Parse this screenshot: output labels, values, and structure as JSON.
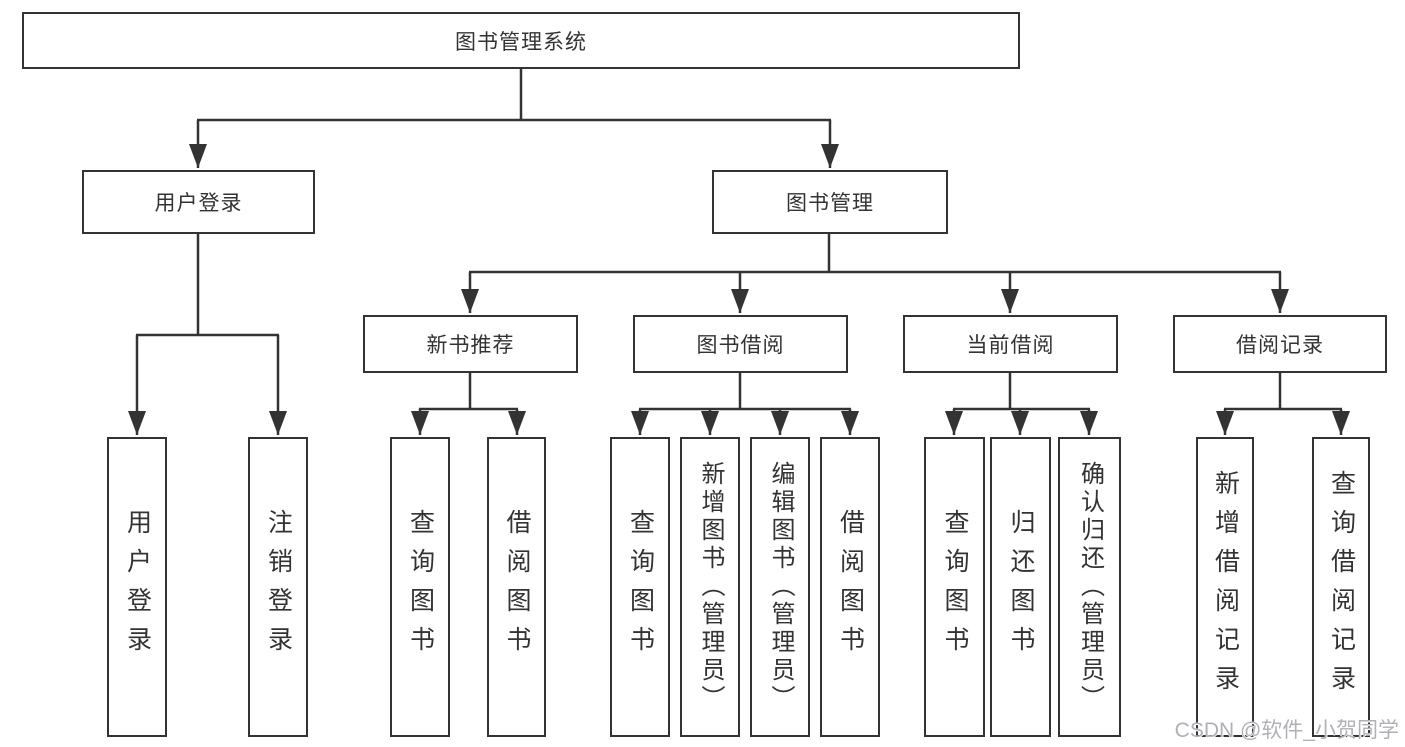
{
  "diagram": {
    "title": "图书管理系统",
    "branches": [
      {
        "label": "用户登录",
        "children": [
          {
            "label": "用户登录"
          },
          {
            "label": "注销登录"
          }
        ]
      },
      {
        "label": "图书管理",
        "children": [
          {
            "label": "新书推荐",
            "children": [
              {
                "label": "查询图书"
              },
              {
                "label": "借阅图书"
              }
            ]
          },
          {
            "label": "图书借阅",
            "children": [
              {
                "label": "查询图书"
              },
              {
                "label": "新增图书（管理员）"
              },
              {
                "label": "编辑图书（管理员）"
              },
              {
                "label": "借阅图书"
              }
            ]
          },
          {
            "label": "当前借阅",
            "children": [
              {
                "label": "查询图书"
              },
              {
                "label": "归还图书"
              },
              {
                "label": "确认归还（管理员）"
              }
            ]
          },
          {
            "label": "借阅记录",
            "children": [
              {
                "label": "新增借阅记录"
              },
              {
                "label": "查询借阅记录"
              }
            ]
          }
        ]
      }
    ],
    "colors": {
      "line": "#333333",
      "text": "#333333",
      "background": "#ffffff",
      "watermark": "#b0b0b6"
    }
  },
  "watermark": "CSDN @软件_小贺同学"
}
